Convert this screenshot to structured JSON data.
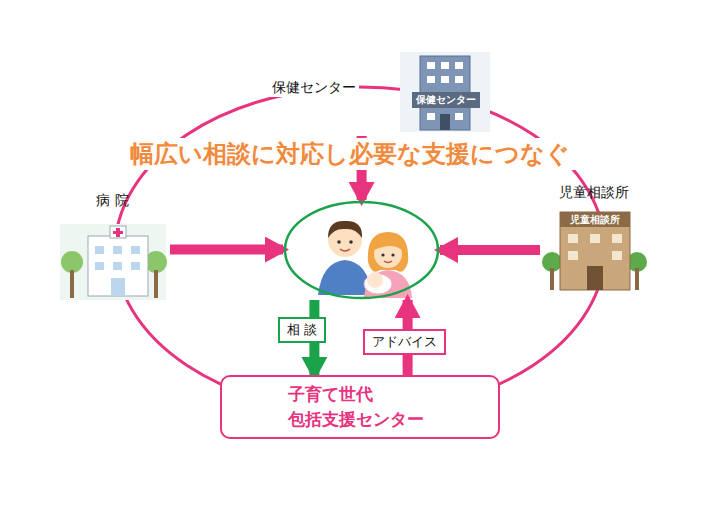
{
  "diagram": {
    "nodes": [
      {
        "text": [
          "保健センター",
          "保健センター"
        ]
      },
      {
        "text": [
          "病 院"
        ]
      },
      {
        "text": [
          "児童相談所",
          "児童相談所"
        ]
      },
      {
        "text": []
      },
      {
        "text": [
          "子育て世代 包括支援センター"
        ]
      }
    ],
    "edges": [
      {
        "from": 0,
        "to": 3,
        "arrow": "to"
      },
      {
        "from": 1,
        "to": 3,
        "arrow": "to"
      },
      {
        "from": 2,
        "to": 3,
        "arrow": "to"
      },
      {
        "from": 3,
        "to": 4,
        "label": "相 談",
        "arrow": "to"
      },
      {
        "from": 4,
        "to": 3,
        "label": "アドバイス",
        "arrow": "to"
      }
    ],
    "labels": [
      "幅広い相談に対応し必要な支援につなぐ"
    ]
  }
}
